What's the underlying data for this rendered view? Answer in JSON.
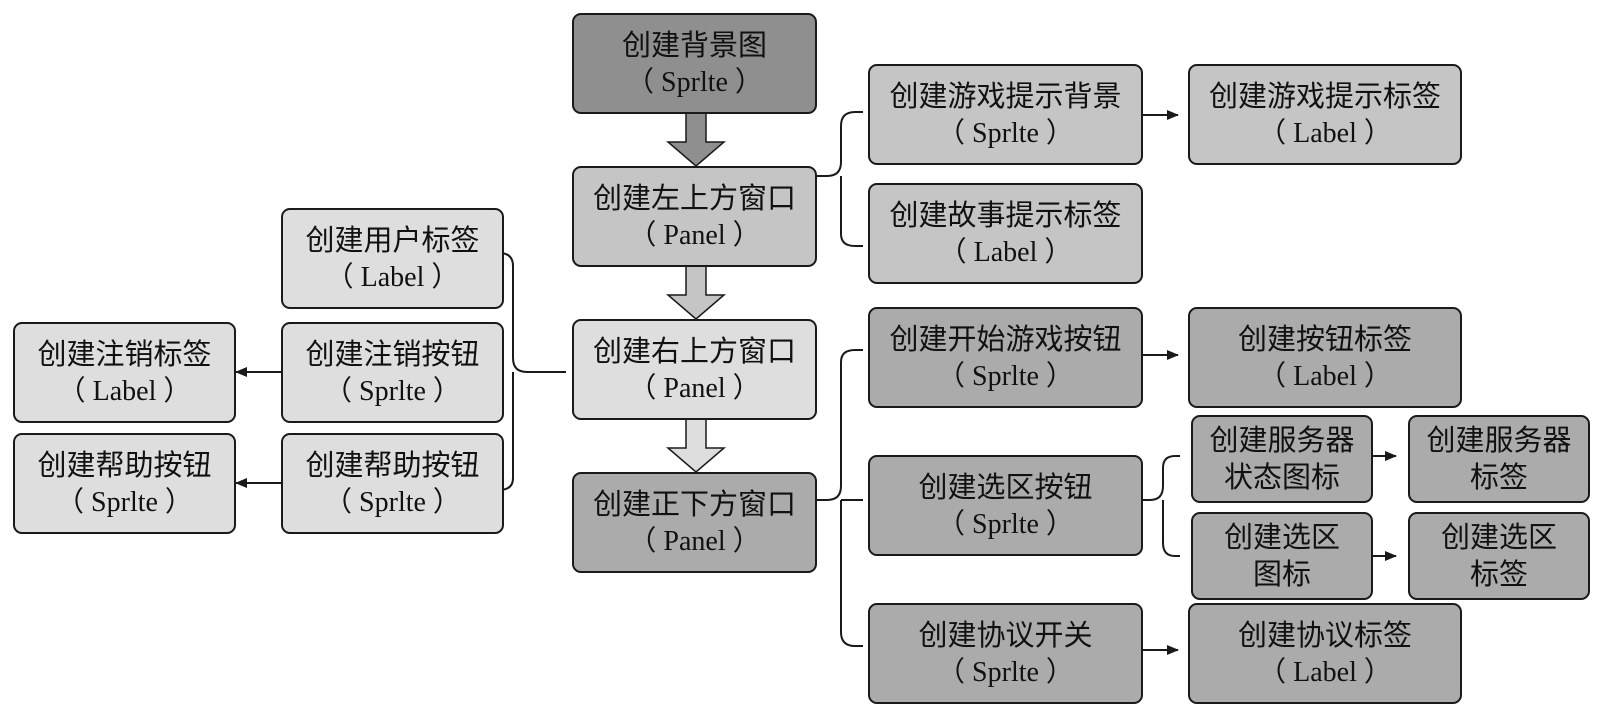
{
  "nodes": {
    "bg": {
      "line1": "创建背景图",
      "line2": "（ Sprlte ）"
    },
    "top_left_window": {
      "line1": "创建左上方窗口",
      "line2": "（ Panel ）"
    },
    "top_right_window": {
      "line1": "创建右上方窗口",
      "line2": "（ Panel ）"
    },
    "bottom_window": {
      "line1": "创建正下方窗口",
      "line2": "（ Panel ）"
    },
    "game_tip_bg": {
      "line1": "创建游戏提示背景",
      "line2": "（ Sprlte ）"
    },
    "game_tip_label": {
      "line1": "创建游戏提示标签",
      "line2": "（ Label ）"
    },
    "story_tip_label": {
      "line1": "创建故事提示标签",
      "line2": "（ Label ）"
    },
    "user_label": {
      "line1": "创建用户标签",
      "line2": "（ Label ）"
    },
    "logout_button": {
      "line1": "创建注销按钮",
      "line2": "（ Sprlte ）"
    },
    "help_button": {
      "line1": "创建帮助按钮",
      "line2": "（ Sprlte ）"
    },
    "logout_label": {
      "line1": "创建注销标签",
      "line2": "（ Label ）"
    },
    "help_button_out": {
      "line1": "创建帮助按钮",
      "line2": "（ Sprlte ）"
    },
    "start_game_button": {
      "line1": "创建开始游戏按钮",
      "line2": "（ Sprlte ）"
    },
    "button_label": {
      "line1": "创建按钮标签",
      "line2": "（ Label ）"
    },
    "zone_button": {
      "line1": "创建选区按钮",
      "line2": "（ Sprlte ）"
    },
    "server_status_icon": {
      "line1": "创建服务器",
      "line2": "状态图标"
    },
    "server_label": {
      "line1": "创建服务器",
      "line2": "标签"
    },
    "zone_icon": {
      "line1": "创建选区",
      "line2": "图标"
    },
    "zone_label": {
      "line1": "创建选区",
      "line2": "标签"
    },
    "protocol_switch": {
      "line1": "创建协议开关",
      "line2": "（ Sprlte ）"
    },
    "protocol_label": {
      "line1": "创建协议标签",
      "line2": "（ Label ）"
    }
  },
  "colors": {
    "dark": "#8f8f8f",
    "mid": "#c5c5c5",
    "light": "#dedede",
    "gray": "#ababab",
    "stroke": "#1a1a1a"
  }
}
